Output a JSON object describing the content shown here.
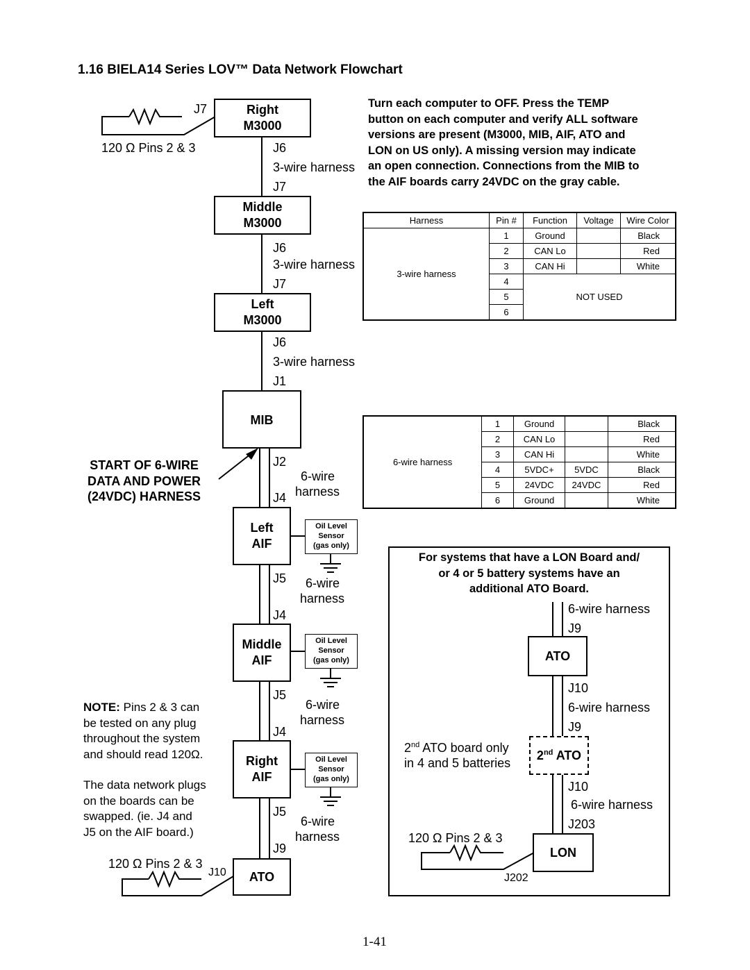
{
  "title": "1.16   BIELA14 Series LOV™ Data Network Flowchart",
  "instructions": [
    "Turn each computer to OFF.  Press the TEMP",
    "button on each computer and verify ALL  software",
    "versions are present (M3000, MIB, AIF, ATO and",
    "LON on US only). A missing version may indicate",
    "an open connection.  Connections from the MIB to",
    "the AIF boards carry 24VDC on the gray cable."
  ],
  "resistor_label": "120 Ω Pins 2 & 3",
  "boxes": {
    "right_m3000": [
      "Right",
      "M3000"
    ],
    "middle_m3000": [
      "Middle",
      "M3000"
    ],
    "left_m3000": [
      "Left",
      "M3000"
    ],
    "mib": "MIB",
    "left_aif": [
      "Left",
      "AIF"
    ],
    "middle_aif": [
      "Middle",
      "AIF"
    ],
    "right_aif": [
      "Right",
      "AIF"
    ],
    "ato_bottom": "ATO",
    "ato": "ATO",
    "ato2_sup": "nd",
    "ato2_pre": "2",
    "ato2_post": " ATO",
    "lon": "LON"
  },
  "sensor": [
    "Oil Level",
    "Sensor",
    "(gas only)"
  ],
  "conn": {
    "j7": "J7",
    "j6": "J6",
    "j1": "J1",
    "j2": "J2",
    "j4": "J4",
    "j5": "J5",
    "j9": "J9",
    "j10": "J10",
    "j203": "J203",
    "j202": "J202"
  },
  "harness3": "3-wire harness",
  "harness6": "6-wire harness",
  "harness6_a": "6-wire",
  "harness6_b": "harness",
  "start_label": [
    "START OF 6-WIRE",
    "DATA AND POWER",
    "(24VDC) HARNESS"
  ],
  "note": {
    "bold": "NOTE:",
    "lines": [
      " Pins 2 & 3 can",
      "be tested on any plug",
      "throughout the system",
      "and should read 120Ω."
    ],
    "lines2": [
      "The data network plugs",
      "on the boards can be",
      "swapped. (ie. J4 and",
      "J5 on the AIF board.)"
    ]
  },
  "lon_box_text": [
    "For systems that have a LON Board and/",
    "or 4 or 5 battery systems have an",
    "additional ATO Board."
  ],
  "ato2_note_pre": "2",
  "ato2_note_sup": "nd",
  "ato2_note_line1": " ATO board only",
  "ato2_note_line2": "in 4 and 5 batteries",
  "table3": {
    "headers": [
      "Harness",
      "Pin #",
      "Function",
      "Voltage",
      "Wire Color"
    ],
    "harness": "3-wire harness",
    "rows": [
      [
        "1",
        "Ground",
        "",
        "Black"
      ],
      [
        "2",
        "CAN Lo",
        "",
        "Red"
      ],
      [
        "3",
        "CAN Hi",
        "",
        "White"
      ],
      [
        "4"
      ],
      [
        "5"
      ],
      [
        "6"
      ]
    ],
    "not_used": "NOT USED"
  },
  "table6": {
    "harness": "6-wire harness",
    "rows": [
      [
        "1",
        "Ground",
        "",
        "Black"
      ],
      [
        "2",
        "CAN Lo",
        "",
        "Red"
      ],
      [
        "3",
        "CAN Hi",
        "",
        "White"
      ],
      [
        "4",
        "5VDC+",
        "5VDC",
        "Black"
      ],
      [
        "5",
        "24VDC",
        "24VDC",
        "Red"
      ],
      [
        "6",
        "Ground",
        "",
        "White"
      ]
    ]
  },
  "page_number": "1-41"
}
